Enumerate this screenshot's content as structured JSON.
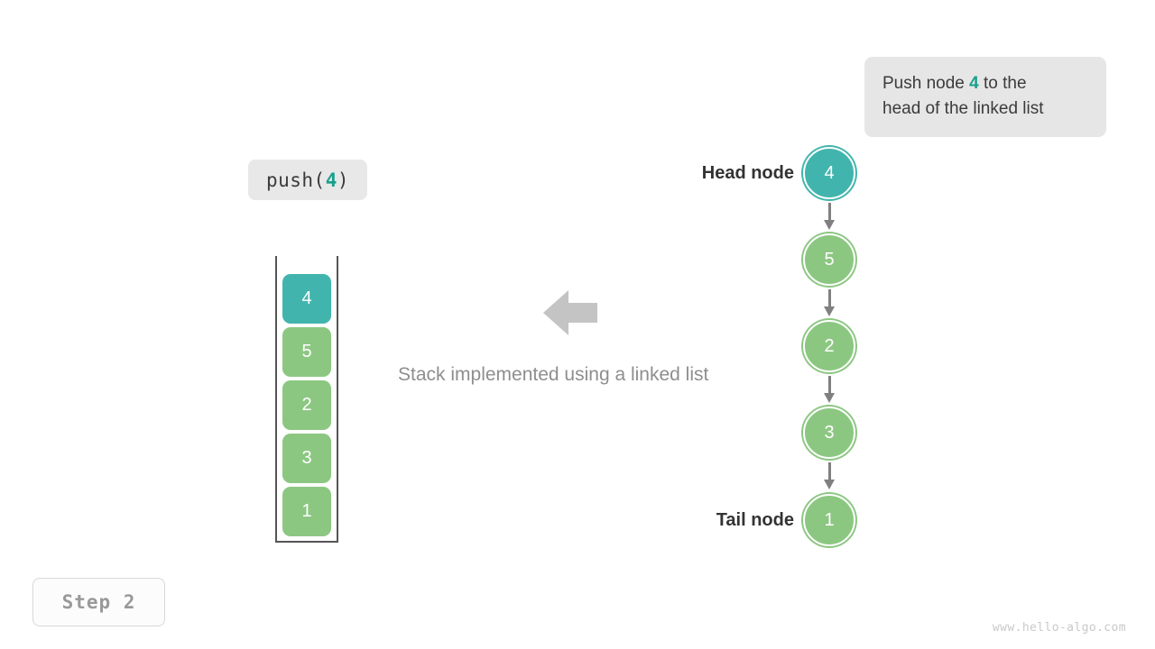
{
  "narration": {
    "prefix": "Push node ",
    "value": "4",
    "suffix": " to the",
    "line2": "head of the linked list",
    "background": "#e6e6e6",
    "highlight_color": "#19a08c"
  },
  "operation": {
    "name": "push",
    "open_paren": "(",
    "argument": "4",
    "close_paren": ")"
  },
  "caption": "Stack implemented using a linked list",
  "arrow": {
    "direction": "left",
    "color": "#c4c4c4"
  },
  "stack": {
    "cells": [
      {
        "value": "4",
        "color": "#41b5ad",
        "is_top": true
      },
      {
        "value": "5",
        "color": "#8cc782",
        "is_top": false
      },
      {
        "value": "2",
        "color": "#8cc782",
        "is_top": false
      },
      {
        "value": "3",
        "color": "#8cc782",
        "is_top": false
      },
      {
        "value": "1",
        "color": "#8cc782",
        "is_top": false
      }
    ]
  },
  "linked_list": {
    "head_label": "Head node",
    "tail_label": "Tail node",
    "nodes": [
      {
        "value": "4",
        "color": "#41b5ad",
        "role": "head"
      },
      {
        "value": "5",
        "color": "#8cc782",
        "role": "middle"
      },
      {
        "value": "2",
        "color": "#8cc782",
        "role": "middle"
      },
      {
        "value": "3",
        "color": "#8cc782",
        "role": "middle"
      },
      {
        "value": "1",
        "color": "#8cc782",
        "role": "tail"
      }
    ],
    "edge_color": "#808080"
  },
  "step_badge": "Step 2",
  "watermark": "www.hello-algo.com"
}
